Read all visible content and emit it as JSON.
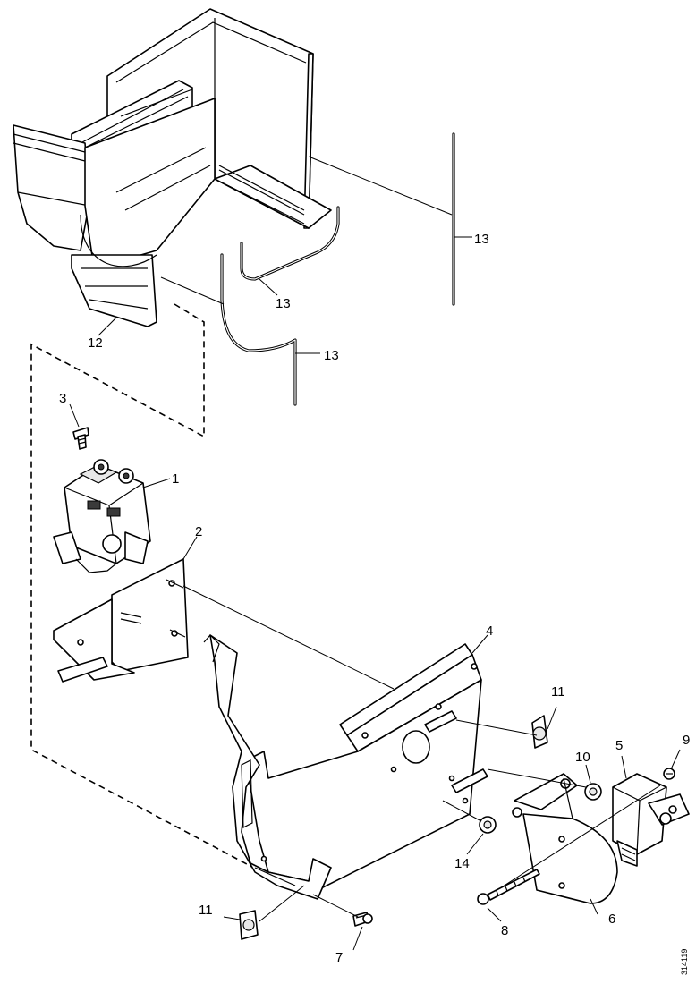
{
  "callouts": {
    "c1": "1",
    "c2": "2",
    "c3": "3",
    "c4": "4",
    "c5": "5",
    "c6": "6",
    "c7": "7",
    "c8": "8",
    "c9": "9",
    "c10": "10",
    "c11a": "11",
    "c11b": "11",
    "c12": "12",
    "c13a": "13",
    "c13b": "13",
    "c13c": "13",
    "c14": "14"
  },
  "doc_id": "314119"
}
